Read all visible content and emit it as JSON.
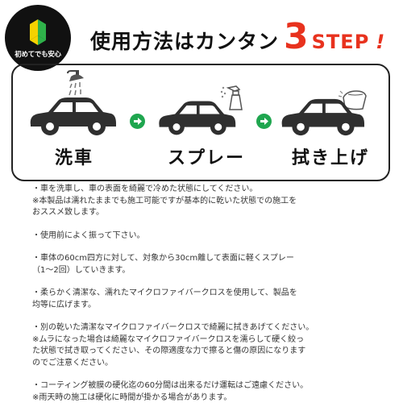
{
  "badge": {
    "label": "初めてでも安心"
  },
  "title": {
    "main": "使用方法はカンタン",
    "number": "3",
    "step": "STEP",
    "exclamation": "!"
  },
  "steps": [
    {
      "label": "洗車",
      "icon": "shower-icon"
    },
    {
      "label": "スプレー",
      "icon": "spray-bottle-icon"
    },
    {
      "label": "拭き上げ",
      "icon": "cloth-wipe-icon"
    }
  ],
  "notes": [
    [
      "・車を洗車し、車の表面を綺麗で冷めた状態にしてください。",
      "※本製品は濡れたままでも施工可能ですが基本的に乾いた状態での施工を",
      "おススメ致します。"
    ],
    [
      "・使用前によく振って下さい。"
    ],
    [
      "・車体の60cm四方に対して、対象から30cm離して表面に軽くスプレー",
      "（1～2回）していきます。"
    ],
    [
      "・柔らかく清潔な、濡れたマイクロファイバークロスを使用して、製品を",
      "均等に広げます。"
    ],
    [
      "・別の乾いた清潔なマイクロファイバークロスで綺麗に拭きあげてください。",
      "※ムラになった場合は綺麗なマイクロファイバークロスを濡らして硬く絞っ",
      "た状態で拭き取ってください、その際適度な力で擦ると傷の原因になります",
      "のでご注意ください。"
    ],
    [
      "・コーティング被膜の硬化迄の60分間は出来るだけ運転はご遠慮ください。",
      "※雨天時の施工は硬化に時間が掛かる場合があります。"
    ]
  ],
  "colors": {
    "accent_red": "#e8321e",
    "arrow_green": "#1fa64f",
    "car": "#2f2f2f"
  }
}
